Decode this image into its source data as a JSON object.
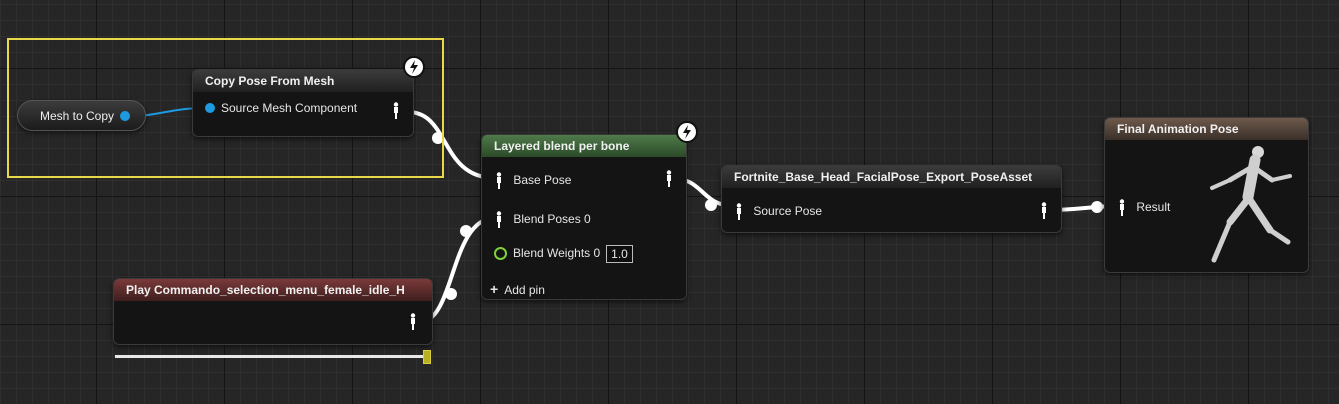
{
  "graph": {
    "variable_node": {
      "label": "Mesh to Copy"
    },
    "copy_pose_node": {
      "title": "Copy Pose From Mesh",
      "input_pin": "Source Mesh Component"
    },
    "layered_blend_node": {
      "title": "Layered blend per bone",
      "pins": [
        "Base Pose",
        "Blend Poses 0",
        "Blend Weights 0"
      ],
      "blend_weight_value": "1.0",
      "add_pin_label": "Add pin",
      "add_pin_icon": "plus-icon"
    },
    "pose_asset_node": {
      "title": "Fortnite_Base_Head_FacialPose_Export_PoseAsset",
      "input_pin": "Source Pose"
    },
    "final_pose_node": {
      "title": "Final Animation Pose",
      "input_pin": "Result",
      "preview_icon": "running-mannequin-icon"
    },
    "sequence_player_node": {
      "title": "Play Commando_selection_menu_female_idle_H",
      "play_position": 1.0
    }
  },
  "colors": {
    "selection": "#e8d84a",
    "object_pin": "#1e9ae0",
    "float_pin": "#7ed23a",
    "anim_header": "#4f7a4a",
    "sequence_header": "#7a3a3a",
    "result_header": "#6e5a4c"
  }
}
